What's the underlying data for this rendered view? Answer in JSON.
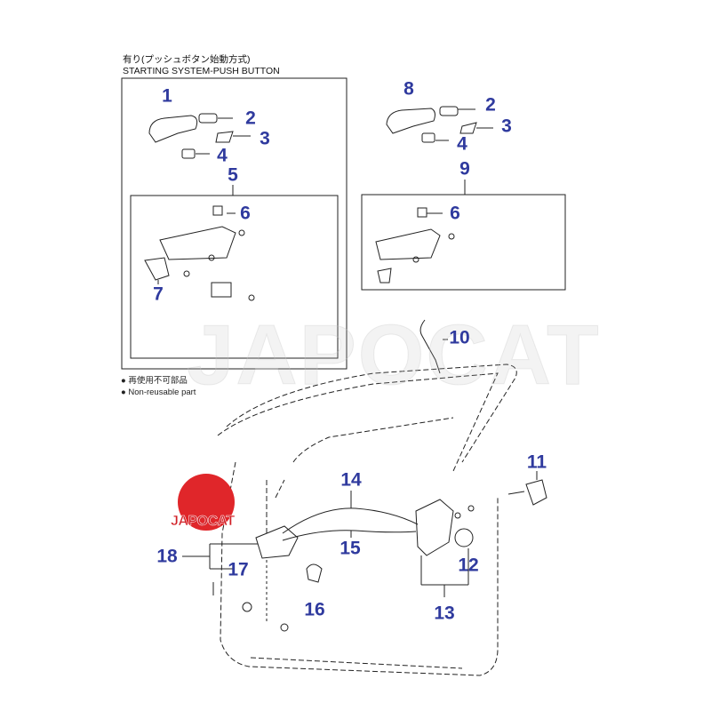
{
  "header": {
    "title_jp": "有り(プッシュボタン始動方式)",
    "title_en": "STARTING SYSTEM-PUSH BUTTON"
  },
  "notes": {
    "jp": "再使用不可部品",
    "en": "Non-reusable part"
  },
  "watermark": "JAPOCAT",
  "logo_text": "JAPOCAT",
  "callouts": {
    "left_box": [
      "1",
      "2",
      "3",
      "4",
      "5",
      "6",
      "7"
    ],
    "right_box": [
      "8",
      "2",
      "3",
      "4",
      "9",
      "6"
    ],
    "door": [
      "10",
      "11",
      "14",
      "15",
      "12",
      "18",
      "17",
      "16",
      "13"
    ]
  },
  "colors": {
    "callout": "#2f3a9e",
    "logo": "#e0262a"
  }
}
